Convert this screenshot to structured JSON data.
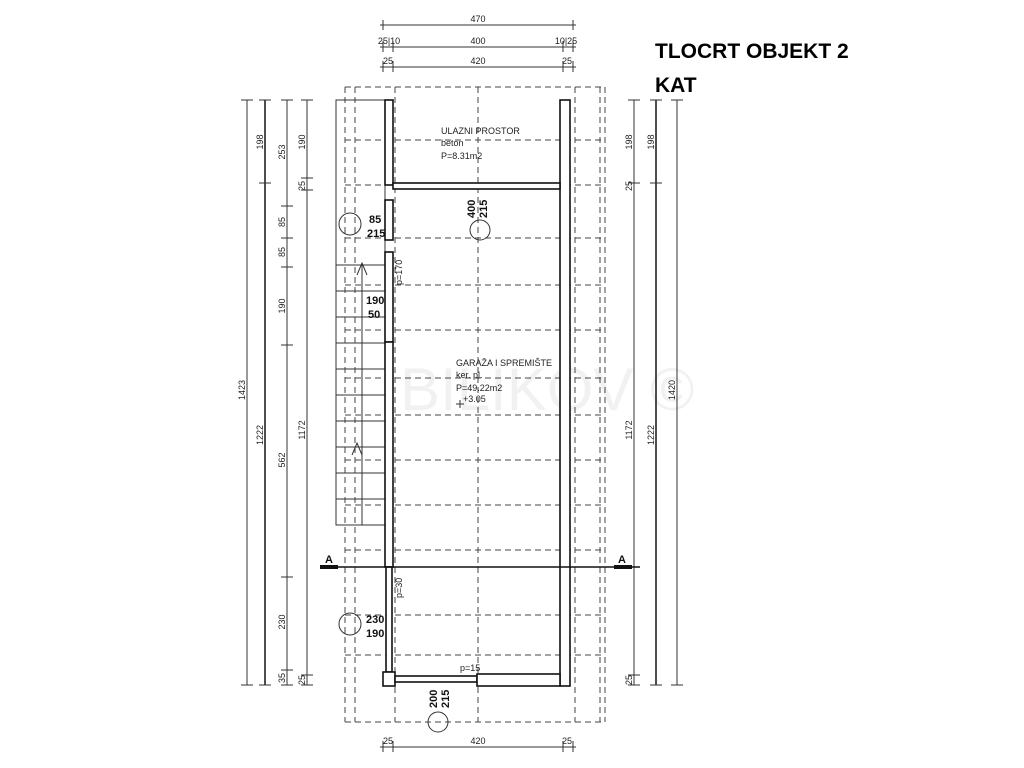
{
  "title": {
    "line1": "TLOCRT OBJEKT 2",
    "line2": "KAT"
  },
  "watermark": "BILIKOV ©",
  "top_dimensions": {
    "total": "470",
    "row2": {
      "left": "25|10",
      "middle": "400",
      "right": "10|25"
    },
    "row3": {
      "left": "25",
      "middle": "420",
      "right": "25"
    }
  },
  "bottom_dimensions": {
    "left": "25",
    "middle": "420",
    "right": "25"
  },
  "left_dimensions": {
    "total": "1423",
    "line2": [
      "198",
      "1222"
    ],
    "line3": [
      "253",
      "85",
      "85",
      "190",
      "562",
      "230",
      "35"
    ],
    "line4": [
      "190",
      "25",
      "1172",
      "25"
    ]
  },
  "right_dimensions": {
    "line1": [
      "198",
      "25",
      "1172",
      "25"
    ],
    "line2": [
      "198",
      "1222"
    ],
    "total": "1420"
  },
  "rooms": {
    "entry": {
      "name": "ULAZNI PROSTOR",
      "floor": "beton",
      "area": "P=8.31m2"
    },
    "garage": {
      "name": "GARAŽA I SPREMIŠTE",
      "floor": "ker. pl.",
      "area": "P=49.22m2",
      "level": "+3.05"
    }
  },
  "openings": {
    "entry_door": {
      "w": "400",
      "h": "215"
    },
    "side_door": {
      "w": "85",
      "h": "215"
    },
    "window_upper": {
      "w": "190",
      "h": "50",
      "sill": "p=170"
    },
    "window_lower": {
      "w": "230",
      "h": "190",
      "sill": "p=30"
    },
    "bottom_door": {
      "w": "200",
      "h": "215",
      "sill": "p=15"
    }
  },
  "section_marker": "A"
}
